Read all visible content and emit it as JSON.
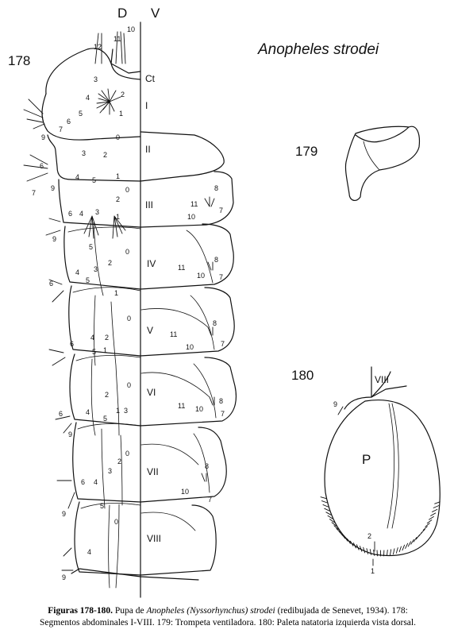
{
  "figure": {
    "title": "Anopheles strodei",
    "fig178_label": "178",
    "fig179_label": "179",
    "fig180_label": "180",
    "dorsal_label": "D",
    "ventral_label": "V",
    "segments": [
      "Ct",
      "I",
      "II",
      "III",
      "IV",
      "V",
      "VI",
      "VII",
      "VIII"
    ],
    "paddle_label": "P",
    "paddle_segment_label": "VIII",
    "paddle_seta_labels": [
      "9",
      "2",
      "1"
    ],
    "seta_numbers": {
      "ct": [
        "10",
        "11",
        "12",
        "3",
        "2",
        "1",
        "4",
        "5",
        "6",
        "7",
        "9"
      ],
      "II": [
        "0",
        "3",
        "2",
        "1",
        "4",
        "5",
        "6",
        "7",
        "9"
      ],
      "III": [
        "0",
        "2",
        "3",
        "4",
        "6",
        "1",
        "5",
        "9",
        "11",
        "8",
        "10",
        "7"
      ],
      "IV": [
        "0",
        "2",
        "3",
        "4",
        "5",
        "6",
        "1",
        "7",
        "11",
        "10",
        "8"
      ],
      "V": [
        "0",
        "2",
        "4",
        "5",
        "1",
        "6",
        "11",
        "10",
        "8",
        "7"
      ],
      "VI": [
        "0",
        "2",
        "3",
        "4",
        "1",
        "5",
        "6",
        "9",
        "11",
        "10",
        "8",
        "7"
      ],
      "VII": [
        "0",
        "2",
        "3",
        "6",
        "4",
        "5",
        "9",
        "10",
        "8",
        "7"
      ],
      "VIII": [
        "0",
        "4",
        "9"
      ]
    }
  },
  "caption": {
    "lead_bold": "Figuras 178-180.",
    "text1": " Pupa de ",
    "species_italic": "Anopheles (Nyssorhynchus) strodei",
    "text2": " (redibujada de Senevet, 1934). 178:",
    "line2": "Segmentos abdominales I-VIII. 179: Trompeta ventiladora. 180: Paleta natatoria izquierda vista dorsal."
  }
}
